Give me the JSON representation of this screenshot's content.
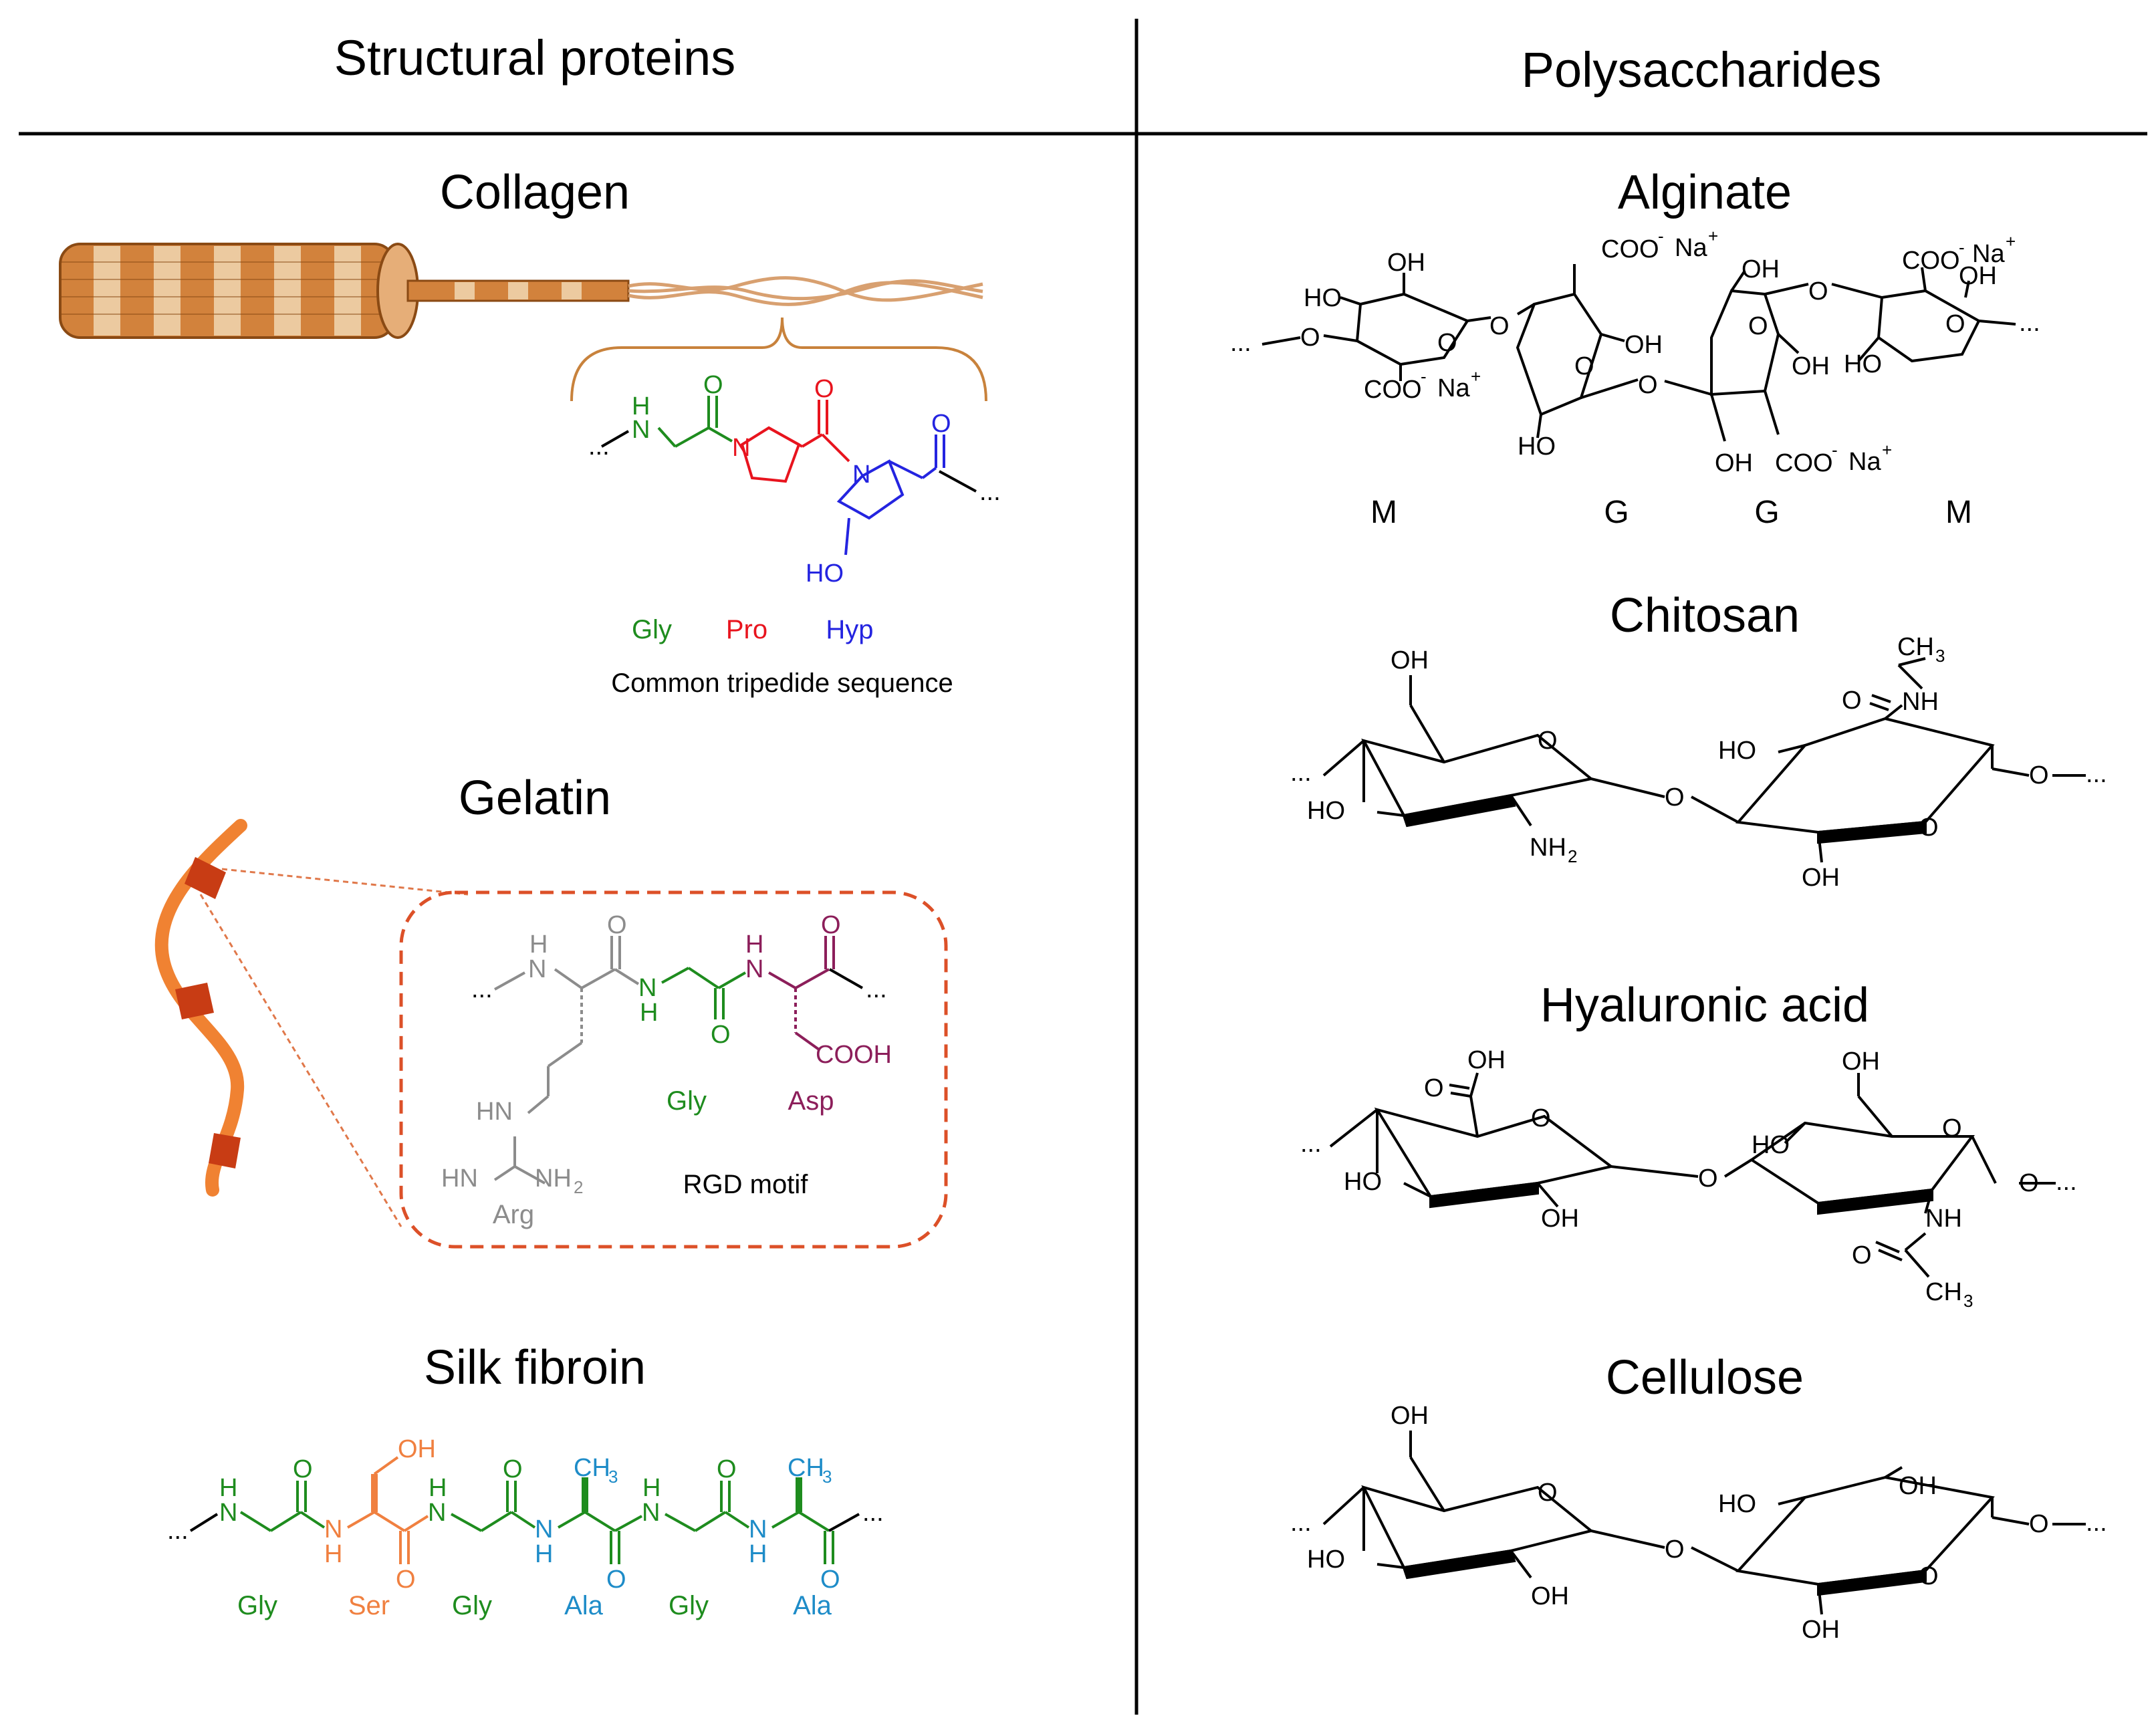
{
  "headers": {
    "left": "Structural proteins",
    "right": "Polysaccharides"
  },
  "colors": {
    "gly": "#1e8c1e",
    "pro": "#e8141e",
    "hyp": "#2424e0",
    "ser": "#f08040",
    "ala": "#1e8cc8",
    "asp": "#8c1e5a",
    "arg": "#8c8c8c",
    "fiber": "#d2823c",
    "fiber_light": "#eccaa0",
    "gelatin": "#f08232",
    "gelatin_band": "#c83c14"
  },
  "collagen": {
    "title": "Collagen",
    "residues": [
      "Gly",
      "Pro",
      "Hyp"
    ],
    "caption": "Common tripedide sequence",
    "atoms": {
      "nh": "N",
      "h": "H",
      "o": "O",
      "n": "N",
      "ho": "HO"
    }
  },
  "gelatin": {
    "title": "Gelatin",
    "residues": {
      "arg": "Arg",
      "gly": "Gly",
      "asp": "Asp"
    },
    "motif": "RGD motif",
    "atoms": {
      "n": "N",
      "h": "H",
      "o": "O",
      "cooh": "COOH",
      "hn": "HN",
      "nh2": "NH",
      "two": "2"
    }
  },
  "silk": {
    "title": "Silk fibroin",
    "residues": [
      "Gly",
      "Ser",
      "Gly",
      "Ala",
      "Gly",
      "Ala"
    ],
    "atoms": {
      "n": "N",
      "h": "H",
      "o": "O",
      "oh": "OH",
      "ch": "CH",
      "three": "3"
    }
  },
  "alginate": {
    "title": "Alginate",
    "units": [
      "M",
      "G",
      "G",
      "M"
    ],
    "atoms": {
      "oh": "OH",
      "ho": "HO",
      "o": "O",
      "coo": "COO",
      "minus": "-",
      "na": "Na",
      "plus": "+"
    }
  },
  "chitosan": {
    "title": "Chitosan",
    "atoms": {
      "oh": "OH",
      "ho": "HO",
      "o": "O",
      "nh": "NH",
      "two": "2",
      "ch": "CH",
      "three": "3"
    }
  },
  "hyaluronic": {
    "title": "Hyaluronic acid",
    "atoms": {
      "oh": "OH",
      "ho": "HO",
      "o": "O",
      "nh": "NH",
      "ch": "CH",
      "three": "3"
    }
  },
  "cellulose": {
    "title": "Cellulose",
    "atoms": {
      "oh": "OH",
      "ho": "HO",
      "o": "O"
    }
  }
}
